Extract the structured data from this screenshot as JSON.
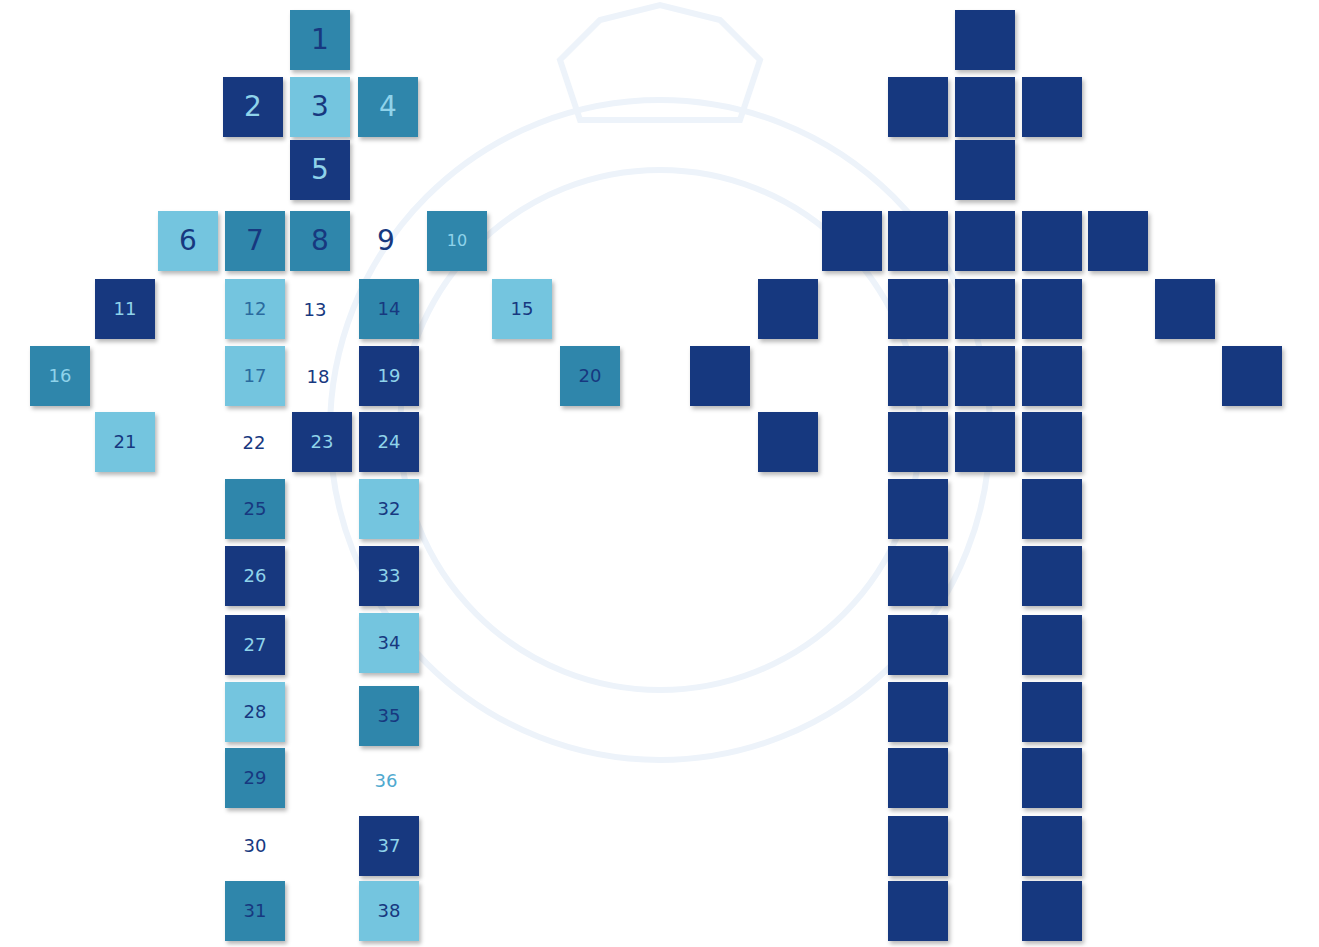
{
  "diagram": {
    "nodes": [
      {
        "text": [
          "1"
        ]
      },
      {
        "text": [
          "2"
        ]
      },
      {
        "text": [
          "3"
        ]
      },
      {
        "text": [
          "4"
        ]
      },
      {
        "text": [
          "5"
        ]
      },
      {
        "text": [
          "6"
        ]
      },
      {
        "text": [
          "7"
        ]
      },
      {
        "text": [
          "8"
        ]
      },
      {
        "text": [
          "10"
        ]
      },
      {
        "text": [
          "11"
        ]
      },
      {
        "text": [
          "12"
        ]
      },
      {
        "text": [
          "14"
        ]
      },
      {
        "text": [
          "15"
        ]
      },
      {
        "text": [
          "16"
        ]
      },
      {
        "text": [
          "17"
        ]
      },
      {
        "text": [
          "19"
        ]
      },
      {
        "text": [
          "20"
        ]
      },
      {
        "text": [
          "21"
        ]
      },
      {
        "text": [
          "23"
        ]
      },
      {
        "text": [
          "24"
        ]
      },
      {
        "text": [
          "25"
        ]
      },
      {
        "text": [
          "26"
        ]
      },
      {
        "text": [
          "27"
        ]
      },
      {
        "text": [
          "28"
        ]
      },
      {
        "text": [
          "29"
        ]
      },
      {
        "text": [
          "31"
        ]
      },
      {
        "text": [
          "32"
        ]
      },
      {
        "text": [
          "33"
        ]
      },
      {
        "text": [
          "34"
        ]
      },
      {
        "text": [
          "35"
        ]
      },
      {
        "text": [
          "37"
        ]
      },
      {
        "text": [
          "38"
        ]
      }
    ],
    "labels": [
      "9",
      "13",
      "18",
      "22",
      "30",
      "36"
    ]
  }
}
